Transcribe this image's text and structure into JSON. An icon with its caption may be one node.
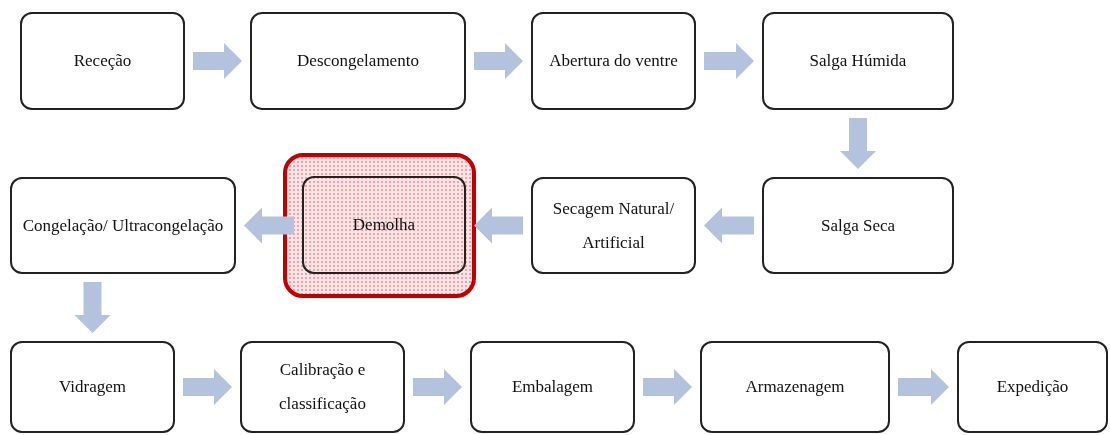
{
  "diagram": {
    "nodes": [
      {
        "text": [
          "Receção"
        ]
      },
      {
        "text": [
          "Descongelamento"
        ]
      },
      {
        "text": [
          "Abertura do ventre"
        ]
      },
      {
        "text": [
          "Salga Húmida"
        ]
      },
      {
        "text": [
          "Salga Seca"
        ]
      },
      {
        "text": [
          "Secagem Natural/ Artificial"
        ]
      },
      {
        "text": [
          "Demolha"
        ]
      },
      {
        "text": [
          "Congelação/ Ultracongelação"
        ]
      },
      {
        "text": [
          "Vidragem"
        ]
      },
      {
        "text": [
          "Calibração e classificação"
        ]
      },
      {
        "text": [
          "Embalagem"
        ]
      },
      {
        "text": [
          "Armazenagem"
        ]
      },
      {
        "text": [
          "Expedição"
        ]
      }
    ],
    "edges": [
      {
        "from": 0,
        "to": 1,
        "arrow": "to"
      },
      {
        "from": 1,
        "to": 2,
        "arrow": "to"
      },
      {
        "from": 2,
        "to": 3,
        "arrow": "to"
      },
      {
        "from": 3,
        "to": 4,
        "arrow": "to"
      },
      {
        "from": 4,
        "to": 5,
        "arrow": "to"
      },
      {
        "from": 5,
        "to": 6,
        "arrow": "to"
      },
      {
        "from": 6,
        "to": 7,
        "arrow": "to"
      },
      {
        "from": 7,
        "to": 8,
        "arrow": "to"
      },
      {
        "from": 8,
        "to": 9,
        "arrow": "to"
      },
      {
        "from": 9,
        "to": 10,
        "arrow": "to"
      },
      {
        "from": 10,
        "to": 11,
        "arrow": "to"
      },
      {
        "from": 11,
        "to": 12,
        "arrow": "to"
      }
    ]
  }
}
